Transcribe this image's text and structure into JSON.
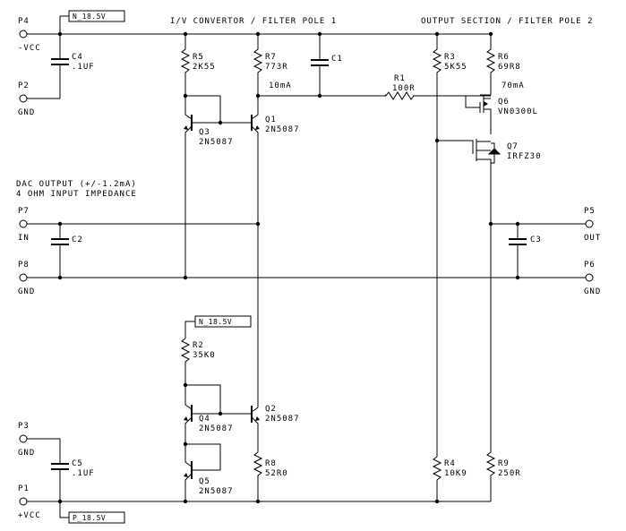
{
  "headers": {
    "iv_section": "I/V CONVERTOR / FILTER POLE 1",
    "output_section": "OUTPUT SECTION / FILTER POLE 2"
  },
  "rails": {
    "top_rail": "N_18.5V",
    "mid_rail": "N_18.5V",
    "bottom_rail": "P_18.5V"
  },
  "note": {
    "line1": "DAC OUTPUT (+/-1.2mA)",
    "line2": "4 OHM INPUT IMPEDANCE"
  },
  "pins": {
    "p4": {
      "ref": "P4",
      "label": "-VCC"
    },
    "p2": {
      "ref": "P2",
      "label": "GND"
    },
    "p7": {
      "ref": "P7",
      "label": "IN"
    },
    "p8": {
      "ref": "P8",
      "label": "GND"
    },
    "p3": {
      "ref": "P3",
      "label": "GND"
    },
    "p1": {
      "ref": "P1",
      "label": "+VCC"
    },
    "p5": {
      "ref": "P5",
      "label": "OUT"
    },
    "p6": {
      "ref": "P6",
      "label": "GND"
    }
  },
  "capacitors": {
    "c1": {
      "ref": "C1"
    },
    "c2": {
      "ref": "C2"
    },
    "c3": {
      "ref": "C3"
    },
    "c4": {
      "ref": "C4",
      "value": ".1UF"
    },
    "c5": {
      "ref": "C5",
      "value": ".1UF"
    }
  },
  "resistors": {
    "r1": {
      "ref": "R1",
      "value": "100R"
    },
    "r2": {
      "ref": "R2",
      "value": "35K0"
    },
    "r3": {
      "ref": "R3",
      "value": "5K55"
    },
    "r4": {
      "ref": "R4",
      "value": "10K9"
    },
    "r5": {
      "ref": "R5",
      "value": "2K55"
    },
    "r6": {
      "ref": "R6",
      "value": "69R8"
    },
    "r7": {
      "ref": "R7",
      "value": "773R"
    },
    "r8": {
      "ref": "R8",
      "value": "52R0"
    },
    "r9": {
      "ref": "R9",
      "value": "250R"
    }
  },
  "transistors": {
    "q1": {
      "ref": "Q1",
      "part": "2N5087"
    },
    "q2": {
      "ref": "Q2",
      "part": "2N5087"
    },
    "q3": {
      "ref": "Q3",
      "part": "2N5087"
    },
    "q4": {
      "ref": "Q4",
      "part": "2N5087"
    },
    "q5": {
      "ref": "Q5",
      "part": "2N5087"
    },
    "q6": {
      "ref": "Q6",
      "part": "VN0300L"
    },
    "q7": {
      "ref": "Q7",
      "part": "IRFZ30"
    }
  },
  "currents": {
    "iv_current": "10mA",
    "out_current": "70mA"
  }
}
